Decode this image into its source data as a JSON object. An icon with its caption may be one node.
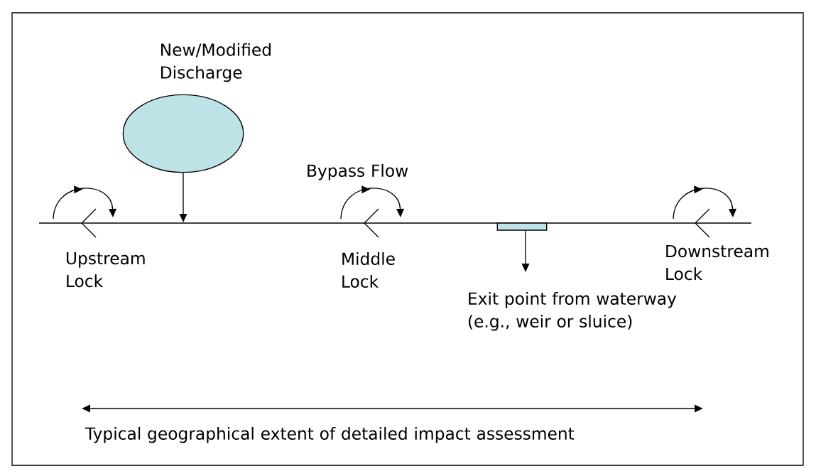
{
  "diagram": {
    "nodes": [
      {
        "text": [
          "New/Modified Discharge"
        ]
      },
      {
        "text": [],
        "shape": "bar"
      },
      {
        "text": [
          "Exit point from waterway (e.g., weir or sluice)"
        ]
      }
    ],
    "edges": [
      {
        "from": 0,
        "to": null,
        "arrow": "to"
      },
      {
        "from": 1,
        "to": 2,
        "arrow": "to"
      }
    ],
    "labels": [
      "Bypass Flow",
      "Upstream Lock",
      "Middle Lock",
      "Downstream Lock",
      "Typical geographical extent of detailed impact assessment"
    ]
  }
}
